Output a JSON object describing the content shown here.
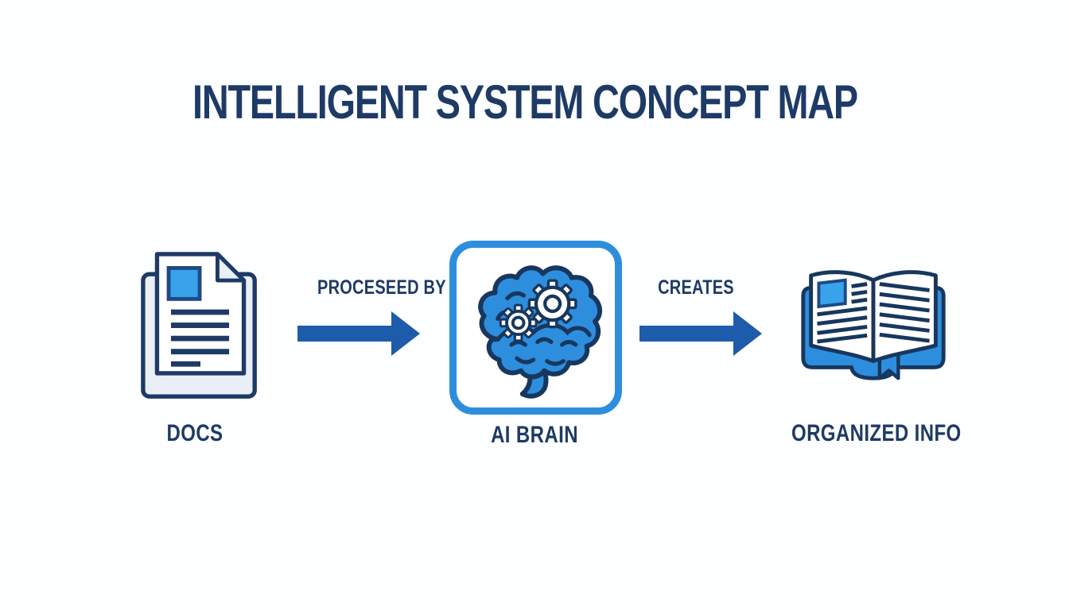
{
  "title": "INTELLIGENT SYSTEM CONCEPT MAP",
  "diagram": {
    "nodes": [
      {
        "id": "docs",
        "label": "DOCS",
        "icon": "documents-icon"
      },
      {
        "id": "ai-brain",
        "label": "AI BRAIN",
        "icon": "brain-gears-icon"
      },
      {
        "id": "organized-info",
        "label": "ORGANIZED INFO",
        "icon": "open-book-icon"
      }
    ],
    "edges": [
      {
        "from": "docs",
        "to": "ai-brain",
        "label": "PROCESEED BY"
      },
      {
        "from": "ai-brain",
        "to": "organized-info",
        "label": "CREATES"
      }
    ]
  },
  "colors": {
    "background": "#fdfeff",
    "text_navy": "#1e3a66",
    "outline_navy": "#17375e",
    "arrow_blue": "#1d5cab",
    "accent_blue": "#2e8ede",
    "light_fill": "#e9eef7",
    "square_blue": "#38a3ea"
  }
}
